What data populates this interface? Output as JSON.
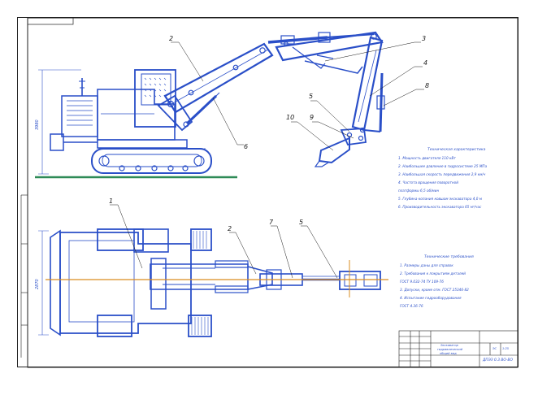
{
  "callouts": {
    "c1": "1",
    "c2a": "2",
    "c2b": "2",
    "c3": "3",
    "c4": "4",
    "c5a": "5",
    "c5b": "5",
    "c6": "6",
    "c7": "7",
    "c8": "8",
    "c9": "9",
    "c10": "10"
  },
  "dims": {
    "height_top": "3980",
    "width_plan": "2870"
  },
  "tech_char": {
    "header": "Техническая характеристика",
    "lines": [
      "1. Мощность двигателя 110 кВт",
      "2. Наибольшее давление в гидросистеме 25 МПа",
      "3. Наибольшая скорость передвижения 2,9 км/ч",
      "4. Частота вращения поворотной",
      "   платформы 6,5 об/мин",
      "5. Глубина копания ковшом экскаватора 4,0 м",
      "6. Производительность экскаватора 65 м³/час"
    ]
  },
  "tech_req": {
    "header": "Технические требования",
    "lines": [
      "1. Размеры даны для справок",
      "2. Требования к покрытиям деталей",
      "   ГОСТ 9.032-74 ТУ 109-76",
      "3. Допуски, кроме отм. ГОСТ 25346-82",
      "4. Испытание гидрооборудования",
      "   ГОСТ 4.36-76"
    ]
  },
  "title_block": {
    "name_line1": "Экскаватор",
    "name_line2": "гидравлический",
    "name_line3": "общий вид",
    "sheet_a": "ЭС",
    "sheet_b": "1:25",
    "code": "ДПЭЗ 0.3 ВО-ВО"
  },
  "colors": {
    "line": "#2a4fc8",
    "frame": "#1e1e1e",
    "ground": "#2e8b57",
    "axis": "#d98c1f"
  }
}
